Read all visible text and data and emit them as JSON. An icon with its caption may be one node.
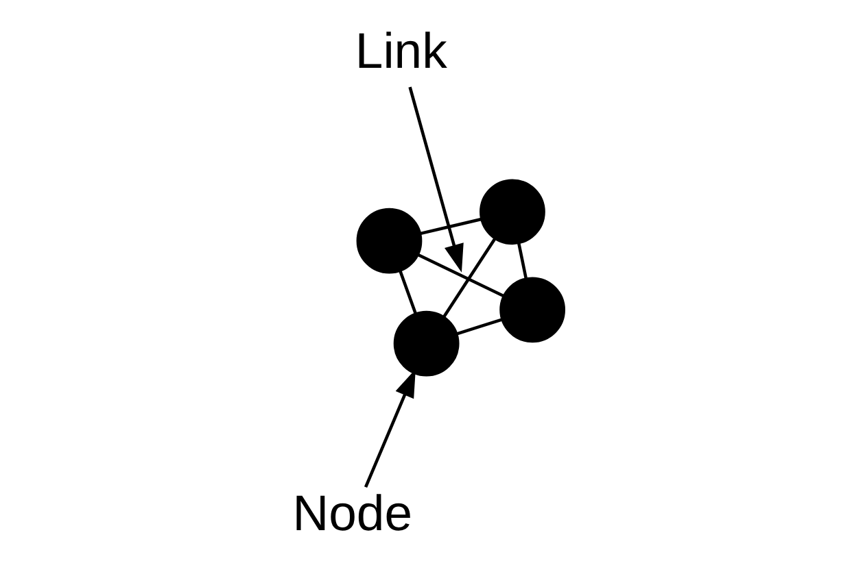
{
  "diagram": {
    "nodes": [
      {
        "text": [],
        "shape": "circle"
      },
      {
        "text": [],
        "shape": "circle"
      },
      {
        "text": [],
        "shape": "circle"
      },
      {
        "text": [],
        "shape": "circle"
      },
      {
        "text": [
          "Node"
        ]
      },
      {
        "text": [
          "Link"
        ]
      }
    ],
    "edges": [
      {
        "from": 0,
        "to": 1,
        "arrow": "none"
      },
      {
        "from": 1,
        "to": 2,
        "arrow": "none"
      },
      {
        "from": 2,
        "to": 0,
        "arrow": "none"
      },
      {
        "from": 1,
        "to": 3,
        "arrow": "none"
      },
      {
        "from": 2,
        "to": 3,
        "arrow": "none"
      },
      {
        "from": 3,
        "to": 0,
        "arrow": "none"
      },
      {
        "from": 4,
        "to": 0,
        "arrow": "to"
      },
      {
        "from": 5,
        "to": null,
        "arrow": "to"
      }
    ]
  }
}
